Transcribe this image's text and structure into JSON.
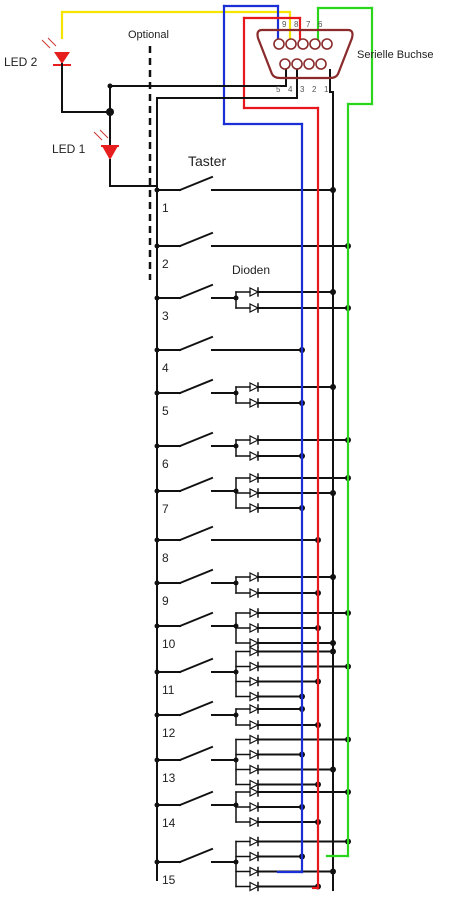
{
  "labels": {
    "led2": "LED 2",
    "led1": "LED 1",
    "optional": "Optional",
    "serial": "Serielle Buchse",
    "taster": "Taster",
    "dioden": "Dioden"
  },
  "switches": [
    {
      "num": "1",
      "diodes": 0,
      "target": "black"
    },
    {
      "num": "2",
      "diodes": 0,
      "target": "green"
    },
    {
      "num": "3",
      "diodes": 2,
      "targets": [
        "black",
        "green"
      ]
    },
    {
      "num": "4",
      "diodes": 0,
      "target": "blue"
    },
    {
      "num": "5",
      "diodes": 2,
      "targets": [
        "black",
        "blue"
      ]
    },
    {
      "num": "6",
      "diodes": 2,
      "targets": [
        "green",
        "blue"
      ]
    },
    {
      "num": "7",
      "diodes": 3,
      "targets": [
        "green",
        "black",
        "blue"
      ]
    },
    {
      "num": "8",
      "diodes": 0,
      "target": "red"
    },
    {
      "num": "9",
      "diodes": 2,
      "targets": [
        "black",
        "red"
      ]
    },
    {
      "num": "10",
      "diodes": 3,
      "targets": [
        "green",
        "red",
        "black"
      ]
    },
    {
      "num": "11",
      "diodes": 4,
      "targets": [
        "black",
        "green",
        "red",
        "blue"
      ]
    },
    {
      "num": "12",
      "diodes": 2,
      "targets": [
        "blue",
        "red"
      ]
    },
    {
      "num": "13",
      "diodes": 4,
      "targets": [
        "green",
        "blue",
        "black",
        "red"
      ]
    },
    {
      "num": "14",
      "diodes": 3,
      "targets": [
        "green",
        "blue",
        "red"
      ]
    },
    {
      "num": "15",
      "diodes": 4,
      "targets": [
        "green",
        "blue",
        "black",
        "red"
      ]
    }
  ],
  "wire_colors": {
    "yellow": "#f5e400",
    "blue": "#1a2fd6",
    "red": "#e8171e",
    "green": "#2ad51c",
    "black": "#111111",
    "led": "#e61e1e",
    "connector": "#8a2a2a"
  },
  "connector": {
    "top_pins": [
      "5",
      "4",
      "3",
      "2",
      "1"
    ],
    "bottom_pins": [
      "9",
      "8",
      "7",
      "6"
    ]
  }
}
